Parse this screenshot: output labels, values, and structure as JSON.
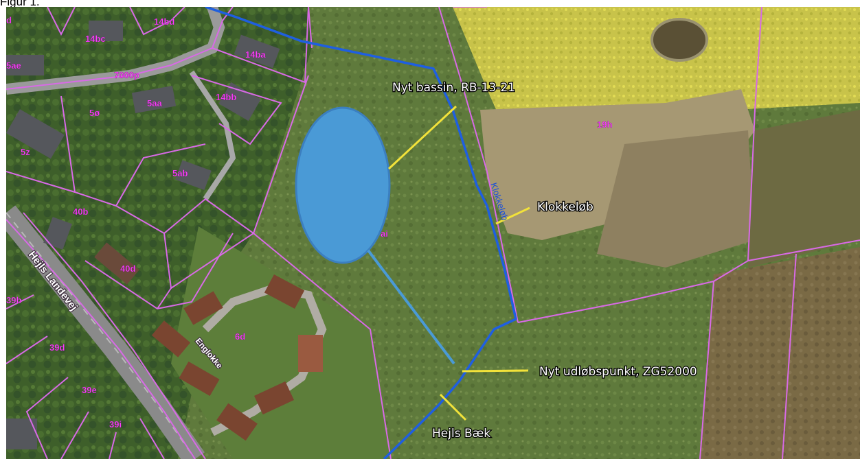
{
  "figure_label": "Figur 1.",
  "callouts": {
    "basin": "Nyt bassin, RB-13-21",
    "stream": "Klokkeløb",
    "outlet": "Nyt udløbspunkt, ZG52000",
    "creek": "Hejls Bæk"
  },
  "stream_label": "Klokkeløb",
  "roads": {
    "main": "Hejls Landevej",
    "side": "Englokke"
  },
  "parcels": [
    "14bd",
    "14bc",
    "14ba",
    "5ae",
    "7000p",
    "14bb",
    "5aa",
    "5ø",
    "5z",
    "19h",
    "5ab",
    "40b",
    "40d",
    "6d",
    "39b",
    "39d",
    "39e",
    "39i",
    "ai",
    "d"
  ],
  "colors": {
    "parcel_border": "#d86ae6",
    "parcel_label": "#ff3cff",
    "watercourse": "#1f5fe0",
    "new_basin": "#4a9ad6",
    "outlet_line": "#4a9ad6",
    "callout_leader": "#f2e23a"
  },
  "icons": [
    "basin-ellipse",
    "leader-line"
  ]
}
